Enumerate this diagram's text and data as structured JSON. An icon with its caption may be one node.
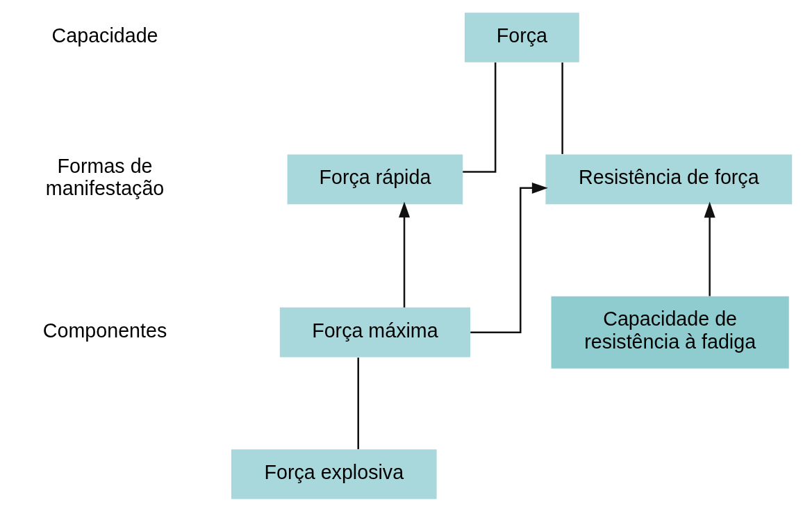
{
  "diagram": {
    "nodes": [
      {
        "text": [
          "Força"
        ]
      },
      {
        "text": [
          "Força rápida"
        ]
      },
      {
        "text": [
          "Resistência de força"
        ]
      },
      {
        "text": [
          "Força máxima"
        ]
      },
      {
        "text": [
          "Capacidade de resistência à fadiga"
        ]
      },
      {
        "text": [
          "Força explosiva"
        ]
      }
    ],
    "edges": [
      {
        "from": 0,
        "to": 1,
        "arrow": "none"
      },
      {
        "from": 0,
        "to": 2,
        "arrow": "none"
      },
      {
        "from": 3,
        "to": 1,
        "arrow": "to"
      },
      {
        "from": 3,
        "to": 2,
        "arrow": "to"
      },
      {
        "from": 4,
        "to": 2,
        "arrow": "to"
      },
      {
        "from": 5,
        "to": 3,
        "arrow": "none"
      }
    ],
    "labels": [
      "Capacidade",
      "Formas de manifestação",
      "Componentes"
    ]
  }
}
